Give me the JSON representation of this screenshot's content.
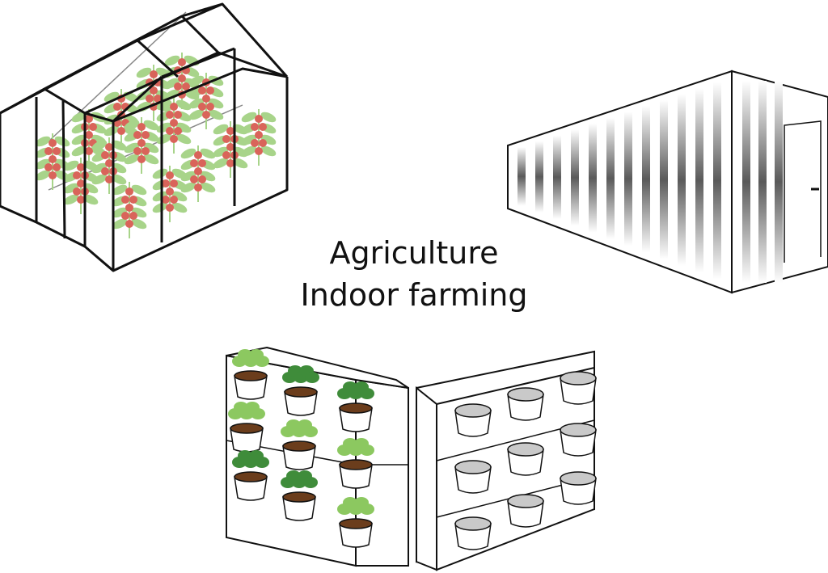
{
  "caption": {
    "line1": "Agriculture",
    "line2": "Indoor farming"
  },
  "colors": {
    "stroke": "#111111",
    "leaf": "#a8d48a",
    "tomato": "#d9645a",
    "herb_dark": "#3f8c3a",
    "herb_light": "#8cc860",
    "soil": "#6b3d1c",
    "pot_grey": "#c9c9c9",
    "stripe_dark": "#555555"
  },
  "icons": [
    "greenhouse-illustration",
    "shipping-container-farm-illustration",
    "vertical-garden-planter-illustration"
  ]
}
